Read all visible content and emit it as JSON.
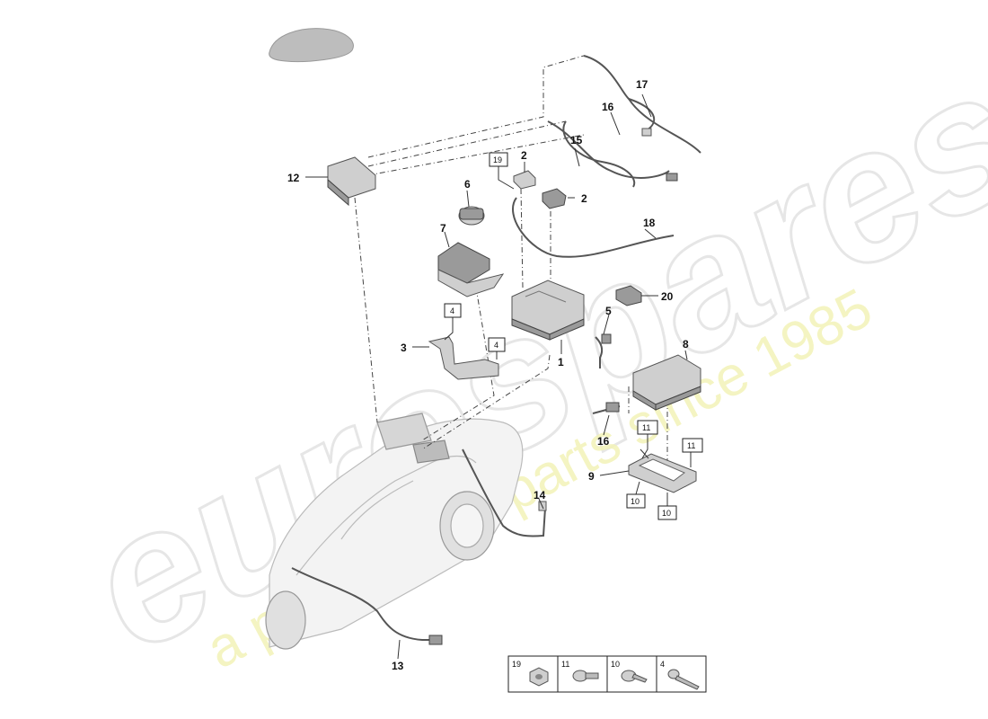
{
  "watermark": {
    "brand": "eurospares",
    "tagline": "a passion for parts since 1985"
  },
  "callouts": {
    "c1": "1",
    "c2a": "2",
    "c2b": "2",
    "c3": "3",
    "c5": "5",
    "c6": "6",
    "c7": "7",
    "c8": "8",
    "c9": "9",
    "c12": "12",
    "c13": "13",
    "c14": "14",
    "c15": "15",
    "c16a": "16",
    "c16b": "16",
    "c17": "17",
    "c18": "18",
    "c20": "20"
  },
  "boxed_callouts": {
    "b19": "19",
    "b4a": "4",
    "b4b": "4",
    "b11a": "11",
    "b11b": "11",
    "b10a": "10",
    "b10b": "10"
  },
  "fastener_legend": [
    {
      "label": "19",
      "icon": "nut-icon"
    },
    {
      "label": "11",
      "icon": "bolt-icon"
    },
    {
      "label": "10",
      "icon": "screw-icon"
    },
    {
      "label": "4",
      "icon": "long-screw-icon"
    }
  ]
}
